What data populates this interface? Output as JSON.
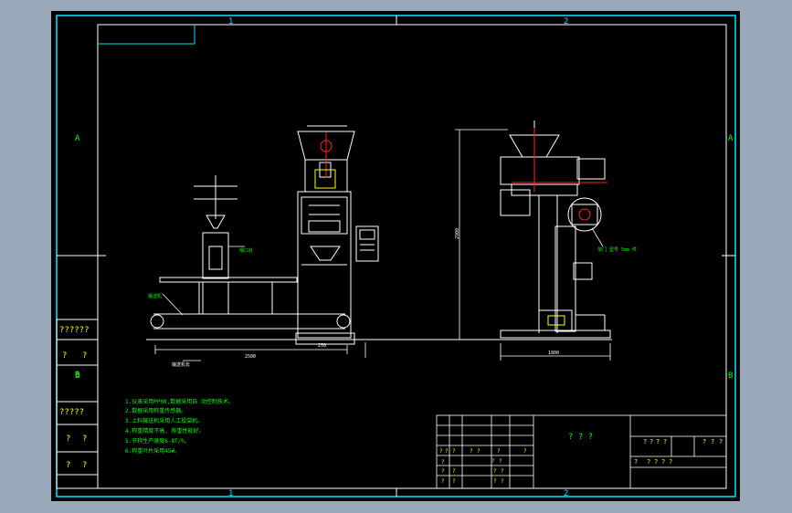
{
  "colors": {
    "window_bg": "#9aa9ba",
    "sheet_bg": "#000000",
    "frame": "#00e5ff",
    "white_line": "#ffffff",
    "label": "#00ff00",
    "red": "#ff2222",
    "yellow": "#ffff00"
  },
  "zones": {
    "top": [
      "1",
      "2"
    ],
    "bottom": [
      "1",
      "2"
    ],
    "left": [
      "A",
      "B"
    ],
    "right": [
      "A",
      "B"
    ]
  },
  "side_panel": {
    "labels": [
      "??????",
      "?",
      "?",
      "B",
      "?????",
      "?",
      "?",
      "?",
      "?"
    ]
  },
  "machine_labels": {
    "left_callout_1": "喂口处",
    "left_callout_2": "输送机",
    "left_dim_height": "250",
    "left_dim_width": "2500",
    "left_footer": "输送机长",
    "right_dim_height": "2900",
    "right_dim_width": "1800",
    "right_callout": "单门 型号 5mm 件"
  },
  "notes": [
    "1.仪表采用PP08,数据采用自 动控制技术。",
    "2.数据采用称重传感器。",
    "3.上料输送机采用人工投袋机。",
    "4.称重精度不高, 称重性能好。",
    "5.节称生产速度6-8T/h。",
    "6.称重叶片采用45#。"
  ],
  "title_block": {
    "center_label": "? ? ?",
    "right_top": [
      "?",
      "?",
      "?",
      "?",
      "?",
      "?",
      "?"
    ],
    "right_bottom": [
      "?",
      "?",
      "?",
      "?",
      "?"
    ],
    "grid_labels": [
      "?",
      "?",
      "?",
      "?",
      "?",
      "?",
      "?",
      "?",
      "?",
      "?",
      "?",
      "?",
      "?",
      "?",
      "?",
      "?",
      "?",
      "?"
    ]
  }
}
